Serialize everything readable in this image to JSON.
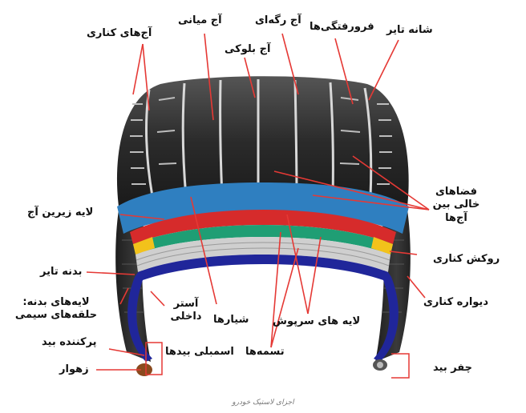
{
  "labels": {
    "shoulder_lugs": "آج‌های کناری",
    "center_tread": "آج میانی",
    "block_tread": "آج بلوکی",
    "rib_tread": "آج رگه‌ای",
    "grooves": "فرورفتگی‌ها",
    "tire_shoulder": "شانه تایر",
    "tread_gaps_line1": "فضاهای",
    "tread_gaps_line2": "خالی بین",
    "tread_gaps_line3": "آج‌ها",
    "sub_tread_layer": "لایه زیرین آج",
    "tire_body": "بدنه تایر",
    "body_plies_line1": "لایه‌های بدنه:",
    "body_plies_line2": "حلقه‌های سیمی",
    "inner_liner_line1": "آستر",
    "inner_liner_line2": "داخلی",
    "sipes": "شیارها",
    "cap_plies": "لایه های سرپوش",
    "belts": "تسمه‌ها",
    "bead_filler": "پرکننده بید",
    "bead_assembly": "اسمبلی بیدها",
    "bead_toe": "زهوار",
    "side_cover": "روکش کناری",
    "sidewall": "دیواره کناری",
    "bead_chafer": "چفر بید"
  },
  "caption": "اجزای لاستیک خودرو",
  "colors": {
    "tread": "#2a2a2a",
    "undertread": "#2f7fc0",
    "belt_red": "#d62b2b",
    "belt_green": "#1f9e74",
    "cap_yellow": "#f2c21b",
    "casing": "#c9c9c9",
    "inner_liner": "#20269a",
    "leader_lines": "#e53935",
    "bead": "#8a4a1e"
  }
}
